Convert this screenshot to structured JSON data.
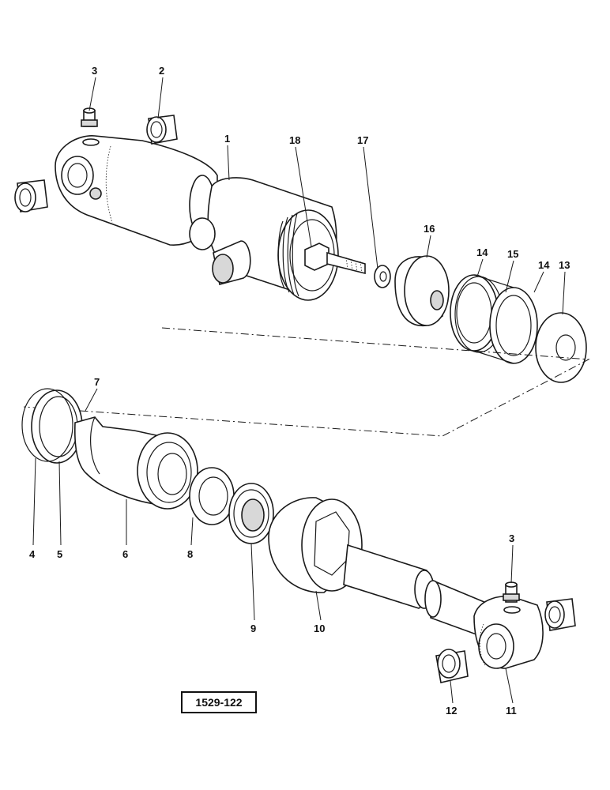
{
  "callouts": {
    "p1": "1",
    "p2": "2",
    "p3a": "3",
    "p3b": "3",
    "p4": "4",
    "p5": "5",
    "p6": "6",
    "p7": "7",
    "p8": "8",
    "p9": "9",
    "p10": "10",
    "p11": "11",
    "p12": "12",
    "p13": "13",
    "p14a": "14",
    "p14b": "14",
    "p15": "15",
    "p16": "16",
    "p17": "17",
    "p18": "18"
  },
  "reference_code": "1529-122"
}
